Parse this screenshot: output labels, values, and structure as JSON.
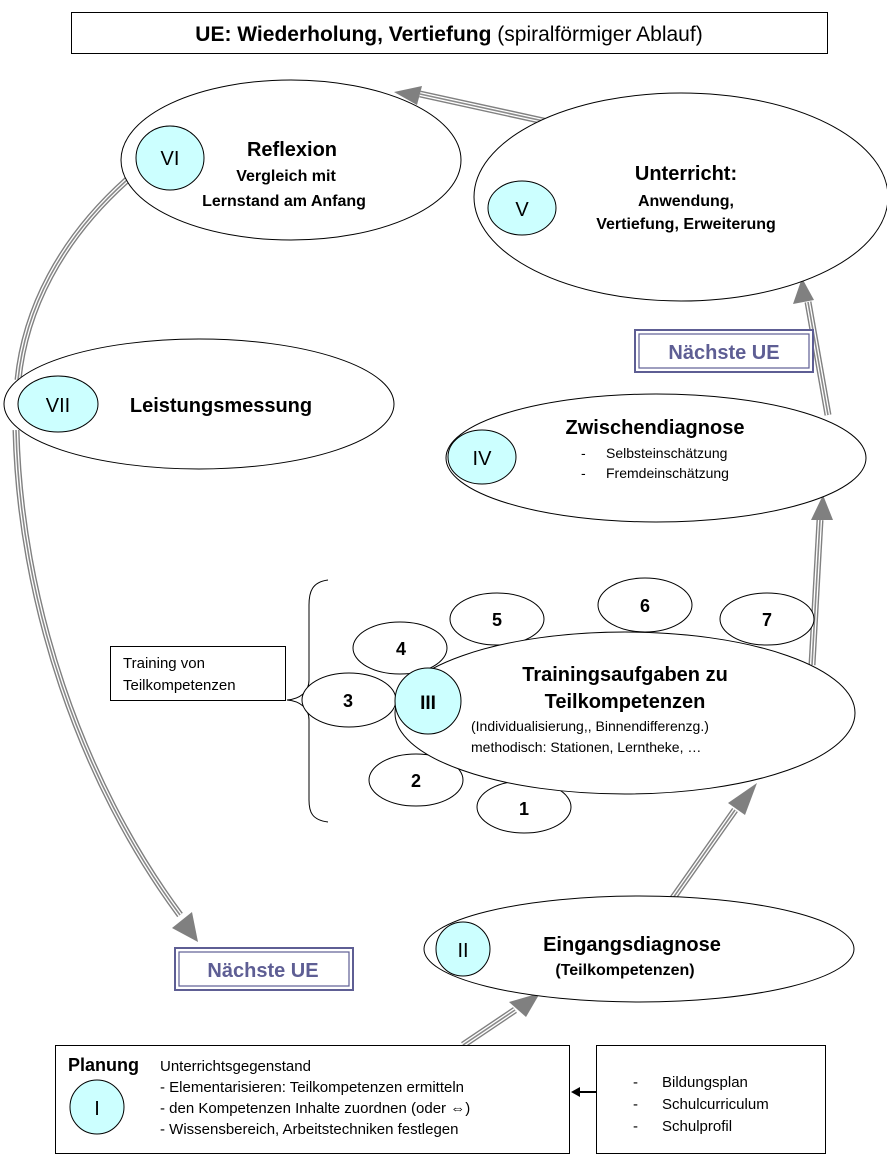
{
  "title": {
    "bold": "UE: Wiederholung, Vertiefung",
    "normal": " (spiralförmiger Ablauf)"
  },
  "stages": {
    "I": {
      "numeral": "I",
      "heading": "Planung",
      "subheading": "Unterrichtsgegenstand",
      "lines": [
        "- Elementarisieren: Teilkompetenzen ermitteln",
        "- den Kompetenzen Inhalte zuordnen (oder ⇔)",
        "- Wissensbereich, Arbeitstechniken festlegen"
      ]
    },
    "II": {
      "numeral": "II",
      "title": "Eingangsdiagnose",
      "subtitle": "(Teilkompetenzen)"
    },
    "III": {
      "numeral": "III",
      "title_line1": "Trainingsaufgaben zu",
      "title_line2": "Teilkompetenzen",
      "detail_line1": "(Individualisierung,, Binnendifferenzg.)",
      "detail_line2": "methodisch: Stationen, Lerntheke, …",
      "sub_tasks": [
        "1",
        "2",
        "3",
        "4",
        "5",
        "6",
        "7"
      ]
    },
    "IV": {
      "numeral": "IV",
      "title": "Zwischendiagnose",
      "items": [
        "Selbsteinschätzung",
        "Fremdeinschätzung"
      ],
      "bullet": "-"
    },
    "V": {
      "numeral": "V",
      "title": "Unterricht:",
      "line1": "Anwendung,",
      "line2": "Vertiefung, Erweiterung"
    },
    "VI": {
      "numeral": "VI",
      "title": "Reflexion",
      "line1": "Vergleich mit",
      "line2": "Lernstand am Anfang"
    },
    "VII": {
      "numeral": "VII",
      "title": "Leistungsmessung"
    }
  },
  "training_label": {
    "line1": "Training von",
    "line2": "Teilkompetenzen"
  },
  "sources": {
    "bullet": "-",
    "items": [
      "Bildungsplan",
      "Schulcurriculum",
      "Schulprofil"
    ]
  },
  "next_ue_top": "Nächste UE",
  "next_ue_bottom": "Nächste UE",
  "colors": {
    "numeral_fill": "#ccffff",
    "next_ue": "#5e5e94",
    "arrow": "#808080"
  }
}
